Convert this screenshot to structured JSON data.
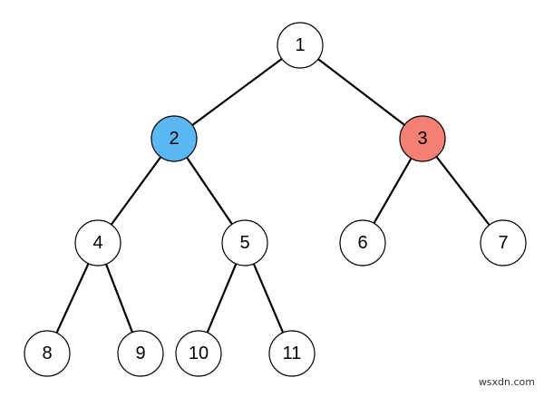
{
  "tree": {
    "nodes": [
      {
        "id": "1",
        "label": "1",
        "fill": "#ffffff"
      },
      {
        "id": "2",
        "label": "2",
        "fill": "#5bb8f5"
      },
      {
        "id": "3",
        "label": "3",
        "fill": "#f28074"
      },
      {
        "id": "4",
        "label": "4",
        "fill": "#ffffff"
      },
      {
        "id": "5",
        "label": "5",
        "fill": "#ffffff"
      },
      {
        "id": "6",
        "label": "6",
        "fill": "#ffffff"
      },
      {
        "id": "7",
        "label": "7",
        "fill": "#ffffff"
      },
      {
        "id": "8",
        "label": "8",
        "fill": "#ffffff"
      },
      {
        "id": "9",
        "label": "9",
        "fill": "#ffffff"
      },
      {
        "id": "10",
        "label": "10",
        "fill": "#ffffff"
      },
      {
        "id": "11",
        "label": "11",
        "fill": "#ffffff"
      }
    ],
    "edges": [
      [
        "1",
        "2"
      ],
      [
        "1",
        "3"
      ],
      [
        "2",
        "4"
      ],
      [
        "2",
        "5"
      ],
      [
        "3",
        "6"
      ],
      [
        "3",
        "7"
      ],
      [
        "4",
        "8"
      ],
      [
        "4",
        "9"
      ],
      [
        "5",
        "10"
      ],
      [
        "5",
        "11"
      ]
    ]
  },
  "watermark": "wsxdn.com"
}
